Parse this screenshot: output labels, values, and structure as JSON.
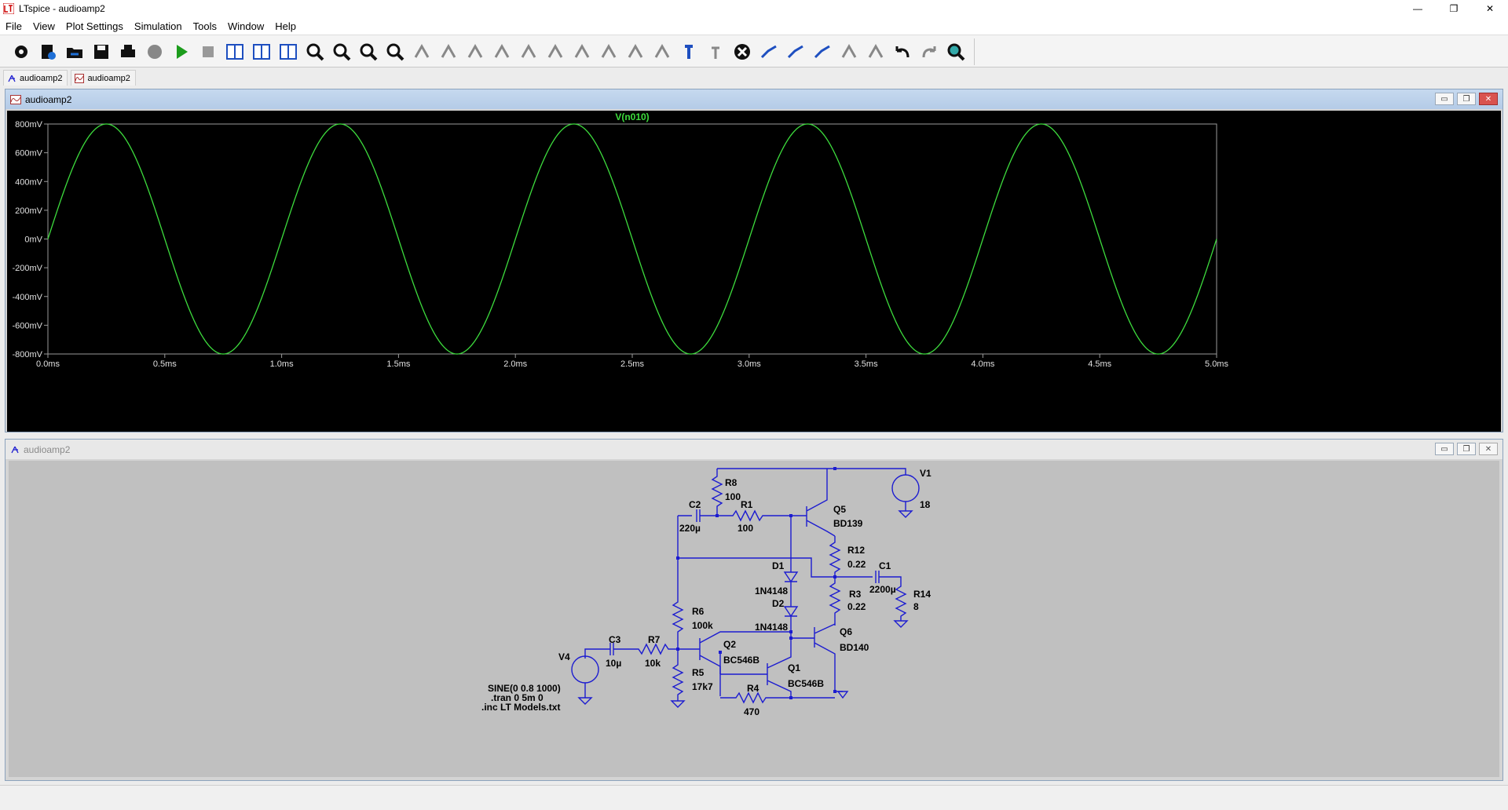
{
  "app": {
    "title": "LTspice - audioamp2"
  },
  "window_controls": {
    "minimize": "—",
    "maximize": "❐",
    "close": "✕"
  },
  "menu": [
    "File",
    "View",
    "Plot Settings",
    "Simulation",
    "Tools",
    "Window",
    "Help"
  ],
  "toolbar": {
    "icons": [
      "gear-icon",
      "new-schematic-icon",
      "open-icon",
      "save-icon",
      "print-icon",
      "halt-icon",
      "run-icon",
      "stop-icon",
      "tile-vertical-icon",
      "tile-horizontal-icon",
      "cascade-icon",
      "zoom-in-icon",
      "zoom-out-icon",
      "zoom-fit-icon",
      "zoom-extents-icon",
      "autoscale-icon",
      "wire-icon",
      "ground-icon",
      "component-icon",
      "resistor-icon",
      "capacitor-icon",
      "inductor-icon",
      "diode-icon",
      "spice-component-icon",
      "net-label-icon",
      "text-icon",
      "spice-directive-icon",
      "delete-icon",
      "duplicate-icon",
      "move-icon",
      "drag-icon",
      "rotate-icon",
      "mirror-icon",
      "undo-icon",
      "redo-icon",
      "find-icon"
    ]
  },
  "tabs": [
    {
      "label": "audioamp2",
      "icon": "schematic-icon"
    },
    {
      "label": "audioamp2",
      "icon": "waveform-icon"
    }
  ],
  "plot_window": {
    "title": "audioamp2",
    "trace_color": "#3ddc3d"
  },
  "chart_data": {
    "type": "line",
    "title": "",
    "series": [
      {
        "name": "V(n010)",
        "function": "0.8*sin(2*pi*1000*t)",
        "amplitude_mV": 800,
        "frequency_hz": 1000,
        "color": "#3ddc3d"
      }
    ],
    "xlabel": "",
    "ylabel": "",
    "x_range_ms": [
      0,
      5
    ],
    "y_range_mV": [
      -800,
      800
    ],
    "x_ticks": [
      "0.0ms",
      "0.5ms",
      "1.0ms",
      "1.5ms",
      "2.0ms",
      "2.5ms",
      "3.0ms",
      "3.5ms",
      "4.0ms",
      "4.5ms",
      "5.0ms"
    ],
    "y_ticks": [
      "800mV",
      "600mV",
      "400mV",
      "200mV",
      "0mV",
      "-200mV",
      "-400mV",
      "-600mV",
      "-800mV"
    ],
    "grid": false,
    "background": "#000000"
  },
  "schematic_window": {
    "title": "audioamp2",
    "wire_color": "#1c1cd0",
    "labels": {
      "R8": "R8",
      "R8_val": "100",
      "R1": "R1",
      "R1_val": "100",
      "C2": "C2",
      "C2_val": "220µ",
      "Q5": "Q5",
      "Q5_val": "BD139",
      "V1": "V1",
      "V1_val": "18",
      "R12": "R12",
      "R12_val": "0.22",
      "C1": "C1",
      "C1_val": "2200µ",
      "D1": "D1",
      "D1_val": "1N4148",
      "D2": "D2",
      "D2_val": "1N4148",
      "R3": "R3",
      "R3_val": "0.22",
      "R14": "R14",
      "R14_val": "8",
      "R6": "R6",
      "R6_val": "100k",
      "Q6": "Q6",
      "Q6_val": "BD140",
      "C3": "C3",
      "C3_val": "10µ",
      "R7": "R7",
      "R7_val": "10k",
      "V4": "V4",
      "Q2": "Q2",
      "Q2_val": "BC546B",
      "Q1": "Q1",
      "Q1_val": "BC546B",
      "R5": "R5",
      "R5_val": "17k7",
      "R4": "R4",
      "R4_val": "470",
      "dir1": "SINE(0 0.8 1000)",
      "dir2": ".tran 0 5m 0",
      "dir3": ".inc LT Models.txt"
    }
  }
}
